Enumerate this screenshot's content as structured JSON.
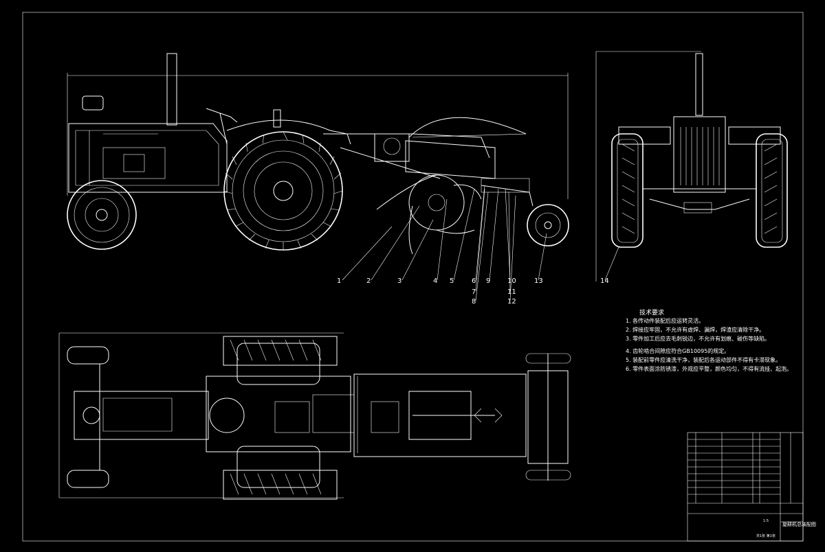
{
  "drawing": {
    "colors": {
      "background": "#000000",
      "line": "#ffffff"
    },
    "callouts": [
      "1",
      "2",
      "3",
      "4",
      "5",
      "6",
      "7",
      "8",
      "9",
      "10",
      "11",
      "12",
      "13",
      "14"
    ],
    "technical_requirements": {
      "title": "技术要求",
      "items": [
        "1. 各传动件装配后应运转灵活。",
        "2. 焊接应牢固，不允许有虚焊、漏焊，焊渣应清除干净。",
        "3. 零件加工后应去毛刺锐边，不允许有划痕、碰伤等缺陷。",
        "4. 齿轮啮合间隙应符合GB10095的规定。",
        "5. 装配前零件应清洗干净，装配后各运动部件不得有卡滞现象。",
        "6. 零件表面涂防锈漆，外观应平整，颜色均匀，不得有流挂、起泡。"
      ]
    },
    "title_block": {
      "drawing_name": "旋耕机总装配图",
      "scale": "1:5",
      "sheet": "共1张 第1张"
    }
  }
}
